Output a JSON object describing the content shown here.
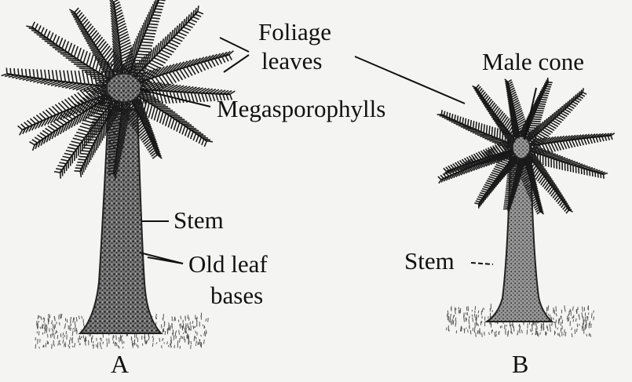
{
  "figure": {
    "plant_a": {
      "letter": "A",
      "labels": {
        "foliage_line1": "Foliage",
        "foliage_line2": "leaves",
        "megasporophylls": "Megasporophylls",
        "stem": "Stem",
        "old_leaf_line1": "Old leaf",
        "old_leaf_line2": "bases"
      }
    },
    "plant_b": {
      "letter": "B",
      "labels": {
        "male_cone": "Male cone",
        "stem": "Stem"
      }
    }
  },
  "colors": {
    "ink": "#111111",
    "trunk": "#3a3a3a",
    "trunk_light": "#8a8a8a",
    "background": "#f4f4f2"
  }
}
